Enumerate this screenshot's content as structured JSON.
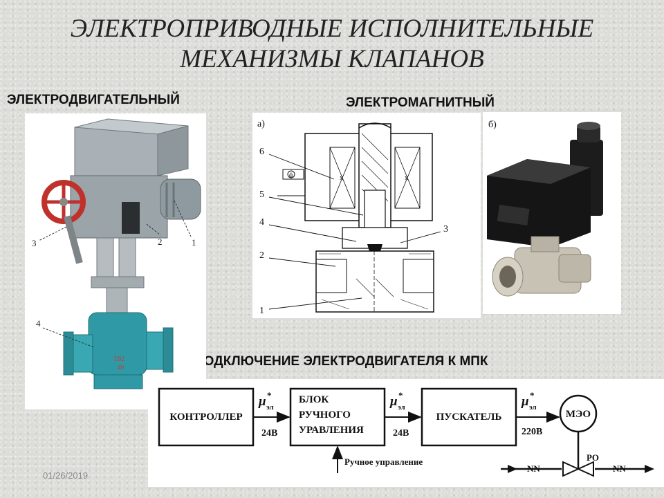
{
  "title": {
    "line1": "ЭЛЕКТРОПРИВОДНЫЕ ИСПОЛНИТЕЛЬНЫЕ",
    "line2": "МЕХАНИЗМЫ КЛАПАНОВ"
  },
  "sections": {
    "motor": "ЭЛЕКТРОДВИГАТЕЛЬНЫЙ",
    "magnetic": "ЭЛЕКТРОМАГНИТНЫЙ",
    "connection": "ПОДКЛЮЧЕНИЕ ЭЛЕКТРОДВИГАТЕЛЯ К МПК"
  },
  "motor_photo": {
    "callouts": [
      "1",
      "2",
      "3",
      "4"
    ],
    "valve_marking_1": "TB2",
    "valve_marking_2": "40"
  },
  "solenoid_drawing": {
    "label": "а)",
    "callouts": [
      "6",
      "5",
      "4",
      "3",
      "2",
      "1"
    ],
    "coil_mark": "х",
    "plug_mark": "ф"
  },
  "solenoid_photo": {
    "label": "б)"
  },
  "scheme": {
    "blocks": {
      "controller": "КОНТРОЛЛЕР",
      "manual_line1": "БЛОК",
      "manual_line2": "РУЧНОГО",
      "manual_line3": "УРАВЛЕНИЯ",
      "starter": "ПУСКАТЕЛЬ",
      "meo": "МЭО"
    },
    "signal": "μ",
    "signal_star": "*",
    "signal_sub": "эл",
    "voltage_1": "24В",
    "voltage_2": "24В",
    "voltage_3": "220В",
    "manual_control": "Ручное управление",
    "regulator": "РО",
    "flow_in": "NN",
    "flow_out": "NN"
  },
  "footer": {
    "date": "01/26/2019"
  }
}
